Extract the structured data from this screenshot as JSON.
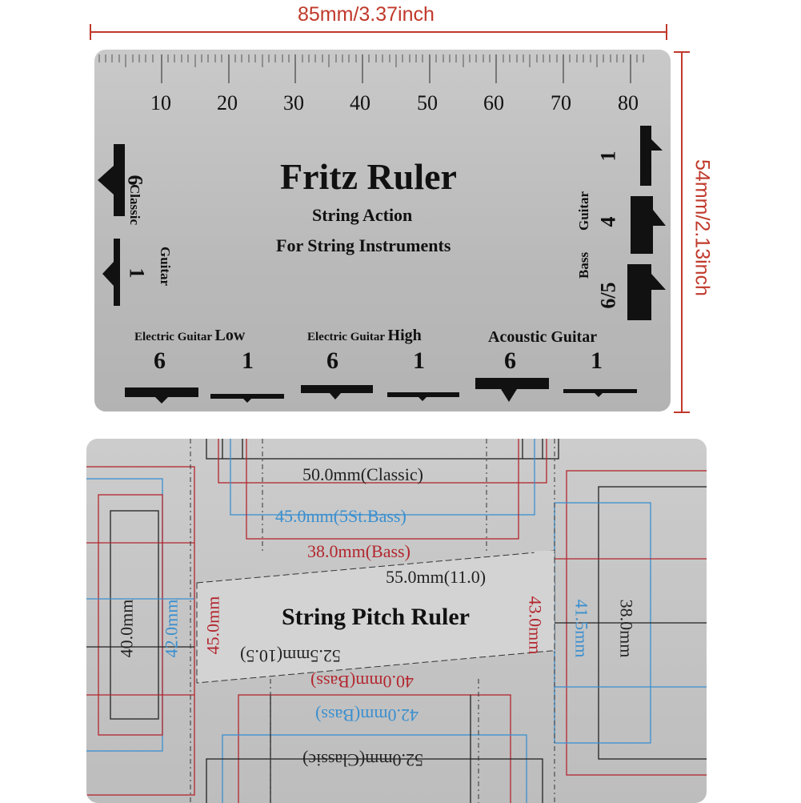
{
  "dimensions": {
    "width_label": "85mm/3.37inch",
    "height_label": "54mm/2.13inch",
    "line_color": "#c0392b"
  },
  "fritz_ruler": {
    "scale_numbers": [
      "10",
      "20",
      "30",
      "40",
      "50",
      "60",
      "70",
      "80"
    ],
    "title": "Fritz Ruler",
    "subtitle_1": "String Action",
    "subtitle_2": "For String Instruments",
    "classic": {
      "label_1": "Classic",
      "label_2": "Guitar",
      "top_number": "6",
      "bottom_number": "1"
    },
    "bass": {
      "label_1": "Bass",
      "label_2": "Guitar",
      "numbers": [
        "1",
        "4",
        "6/5"
      ]
    },
    "bottom_gauges": [
      {
        "group": "Electric Guitar",
        "suffix": "Low",
        "left": "6",
        "right": "1"
      },
      {
        "group": "Electric Guitar",
        "suffix": "High",
        "left": "6",
        "right": "1"
      },
      {
        "group": "Acoustic Guitar",
        "suffix": "",
        "left": "6",
        "right": "1"
      }
    ]
  },
  "pitch_ruler": {
    "title": "String Pitch Ruler",
    "labels": {
      "classic_top": "50.0mm(Classic)",
      "bass5_top": "45.0mm(5St.Bass)",
      "bass_top": "38.0mm(Bass)",
      "diag_550": "55.0mm(11.0)",
      "diag_525": "52.5mm(10.5)",
      "bass_40": "40.0mm(Bass)",
      "bass_42": "42.0mm(Bass)",
      "classic_52": "52.0mm(Classic)",
      "left_40": "40.0mm",
      "left_42": "42.0mm",
      "left_45": "45.0mm",
      "right_43": "43.0mm",
      "right_415": "41.5mm",
      "right_38": "38.0mm"
    },
    "colors": {
      "red": "#b3262e",
      "blue": "#3a8fcf",
      "dark": "#222222"
    }
  }
}
